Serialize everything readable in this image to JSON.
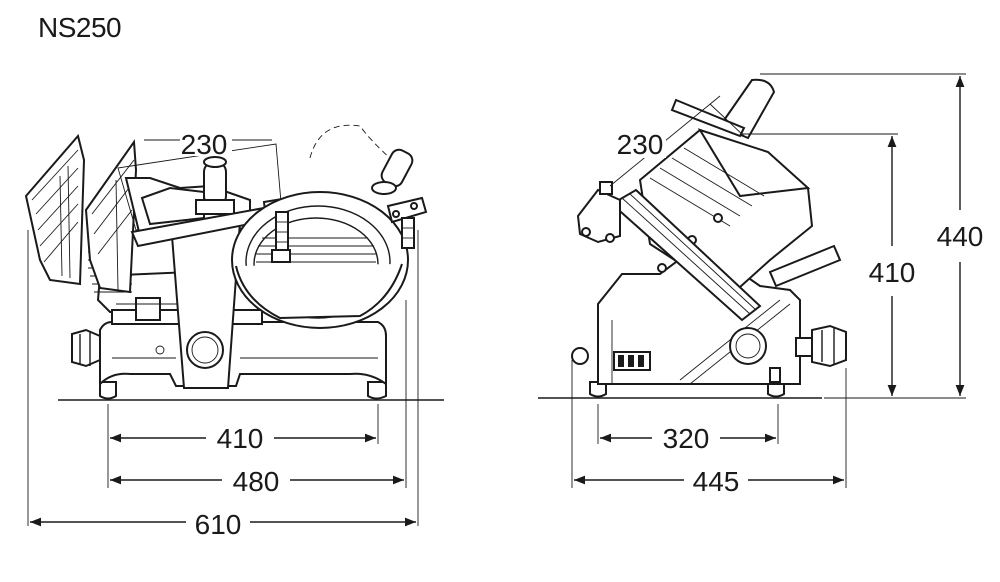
{
  "model": "NS250",
  "front_view": {
    "blade_height": "230",
    "foot_span": "410",
    "base_width": "480",
    "overall_width": "610"
  },
  "side_view": {
    "blade_height": "230",
    "foot_span": "320",
    "overall_depth": "445",
    "body_height": "410",
    "overall_height": "440"
  }
}
